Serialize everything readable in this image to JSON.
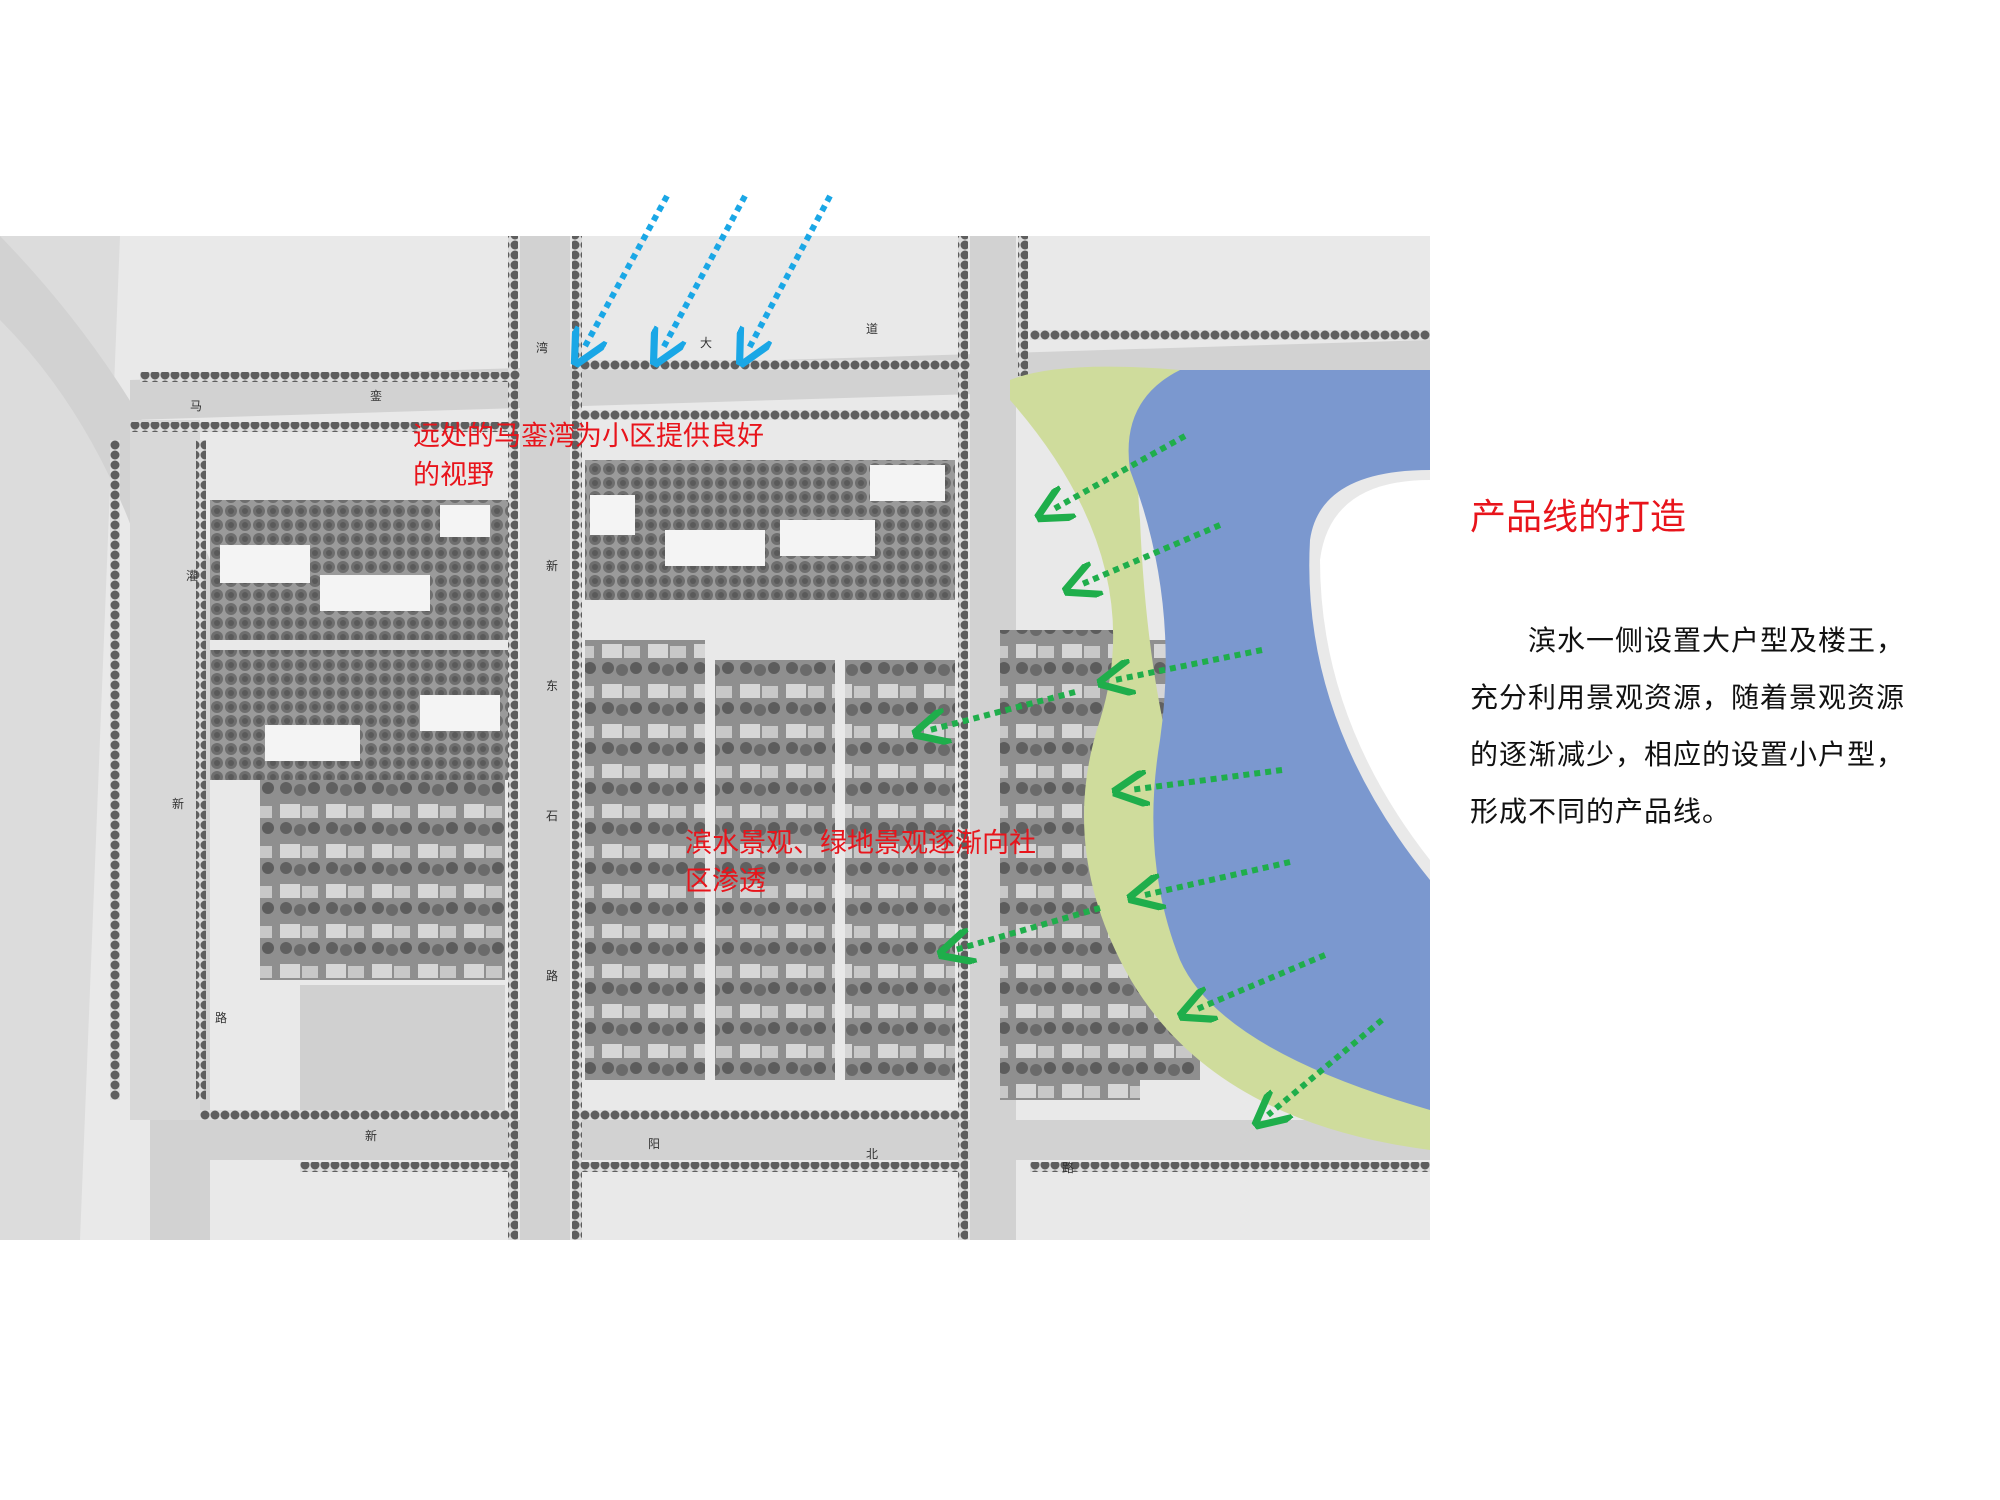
{
  "annotations": {
    "view_line1": "远处的马銮湾为小区提供良好",
    "view_line2": "的视野",
    "permeate_line1": "滨水景观、绿地景观逐渐向社",
    "permeate_line2": "区渗透"
  },
  "roads": {
    "top_1": "马",
    "top_2": "銮",
    "top_3": "湾",
    "top_4": "大",
    "top_5": "道",
    "left_1": "灌",
    "left_2": "新",
    "left_3": "路",
    "mid_1": "新",
    "mid_2": "东",
    "mid_3": "石",
    "mid_4": "路",
    "bottom_1": "新",
    "bottom_2": "阳",
    "bottom_3": "北",
    "bottom_4": "路"
  },
  "side_panel": {
    "title": "产品线的打造",
    "body": "滨水一侧设置大户型及楼王，充分利用景观资源，随着景观资源的逐渐减少，相应的设置小户型，形成不同的产品线。"
  },
  "colors": {
    "water": "#7b98cf",
    "green_belt": "#cfdc9c",
    "view_arrow": "#1aa7e6",
    "permeate_arrow": "#1fae4b",
    "annotation_text": "#e8141b"
  }
}
